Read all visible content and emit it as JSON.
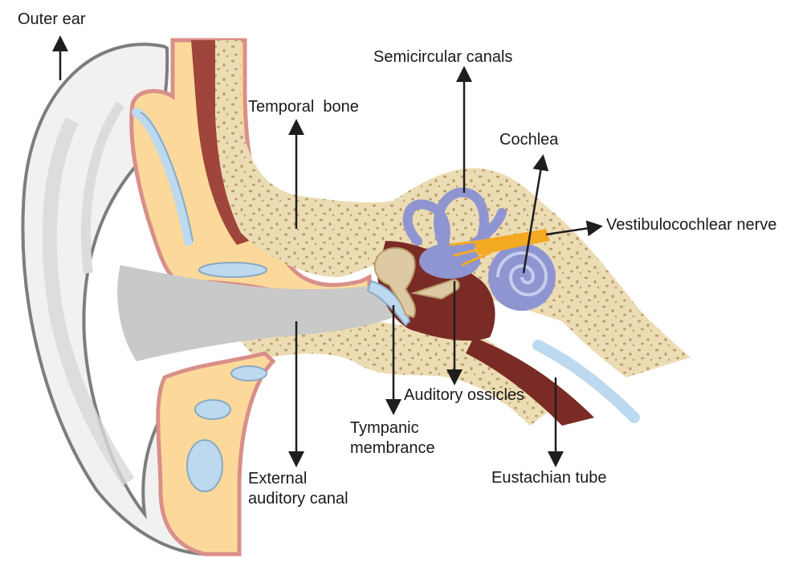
{
  "labels": {
    "outer_ear": "Outer ear",
    "semicircular_canals": "Semicircular canals",
    "temporal_bone": "Temporal  bone",
    "cochlea": "Cochlea",
    "vestibulocochlear_nerve": "Vestibulocochlear nerve",
    "auditory_ossicles": "Auditory ossicles",
    "tympanic_membrance": [
      "Tympanic",
      "membrance"
    ],
    "external_auditory_canal": [
      "External",
      "auditory canal"
    ],
    "eustachian_tube": "Eustachian tube"
  },
  "colors": {
    "bone": "#ecdcb4",
    "bone_dots": "#b89d6a",
    "cartilage": "#fcd99a",
    "skin_edge": "#d98f8a",
    "outer_ear": "#f1f1f1",
    "canal": "#c9c9c9",
    "inner_ear": "#8f95d0",
    "nerve": "#f4a923",
    "fluid": "#bcd9ef",
    "muscle": "#a0453b",
    "tube": "#7a2b25",
    "arrow": "#1e1e1e"
  }
}
